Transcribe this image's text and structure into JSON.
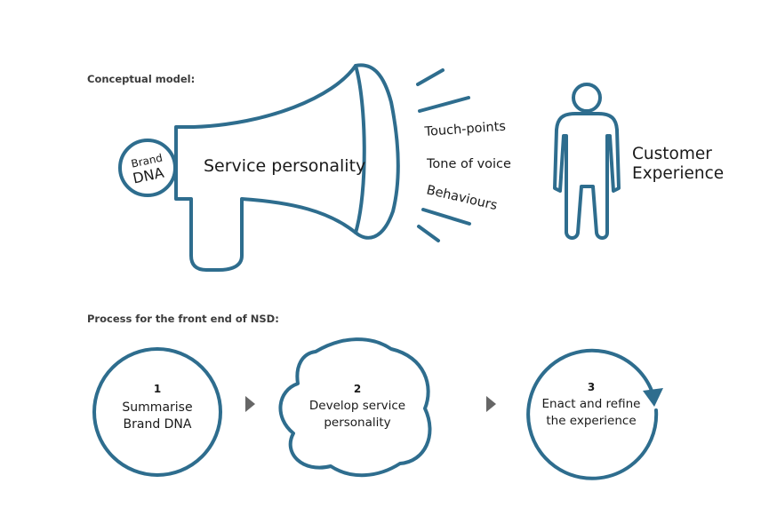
{
  "conceptual": {
    "heading": "Conceptual model:",
    "brand_line1": "Brand",
    "brand_line2": "DNA",
    "service_personality": "Service personality",
    "channels": [
      "Touch-points",
      "Tone of voice",
      "Behaviours"
    ],
    "customer_line1": "Customer",
    "customer_line2": "Experience"
  },
  "process": {
    "heading": "Process for the front end of NSD:",
    "steps": [
      {
        "number": "1",
        "line1": "Summarise",
        "line2": "Brand DNA"
      },
      {
        "number": "2",
        "line1": "Develop service",
        "line2": "personality"
      },
      {
        "number": "3",
        "line1": "Enact and refine",
        "line2": "the experience"
      }
    ]
  },
  "colors": {
    "stroke": "#2e6d8e",
    "arrow": "#666666",
    "text": "#1a1a1a",
    "heading": "#3c3c3c"
  }
}
